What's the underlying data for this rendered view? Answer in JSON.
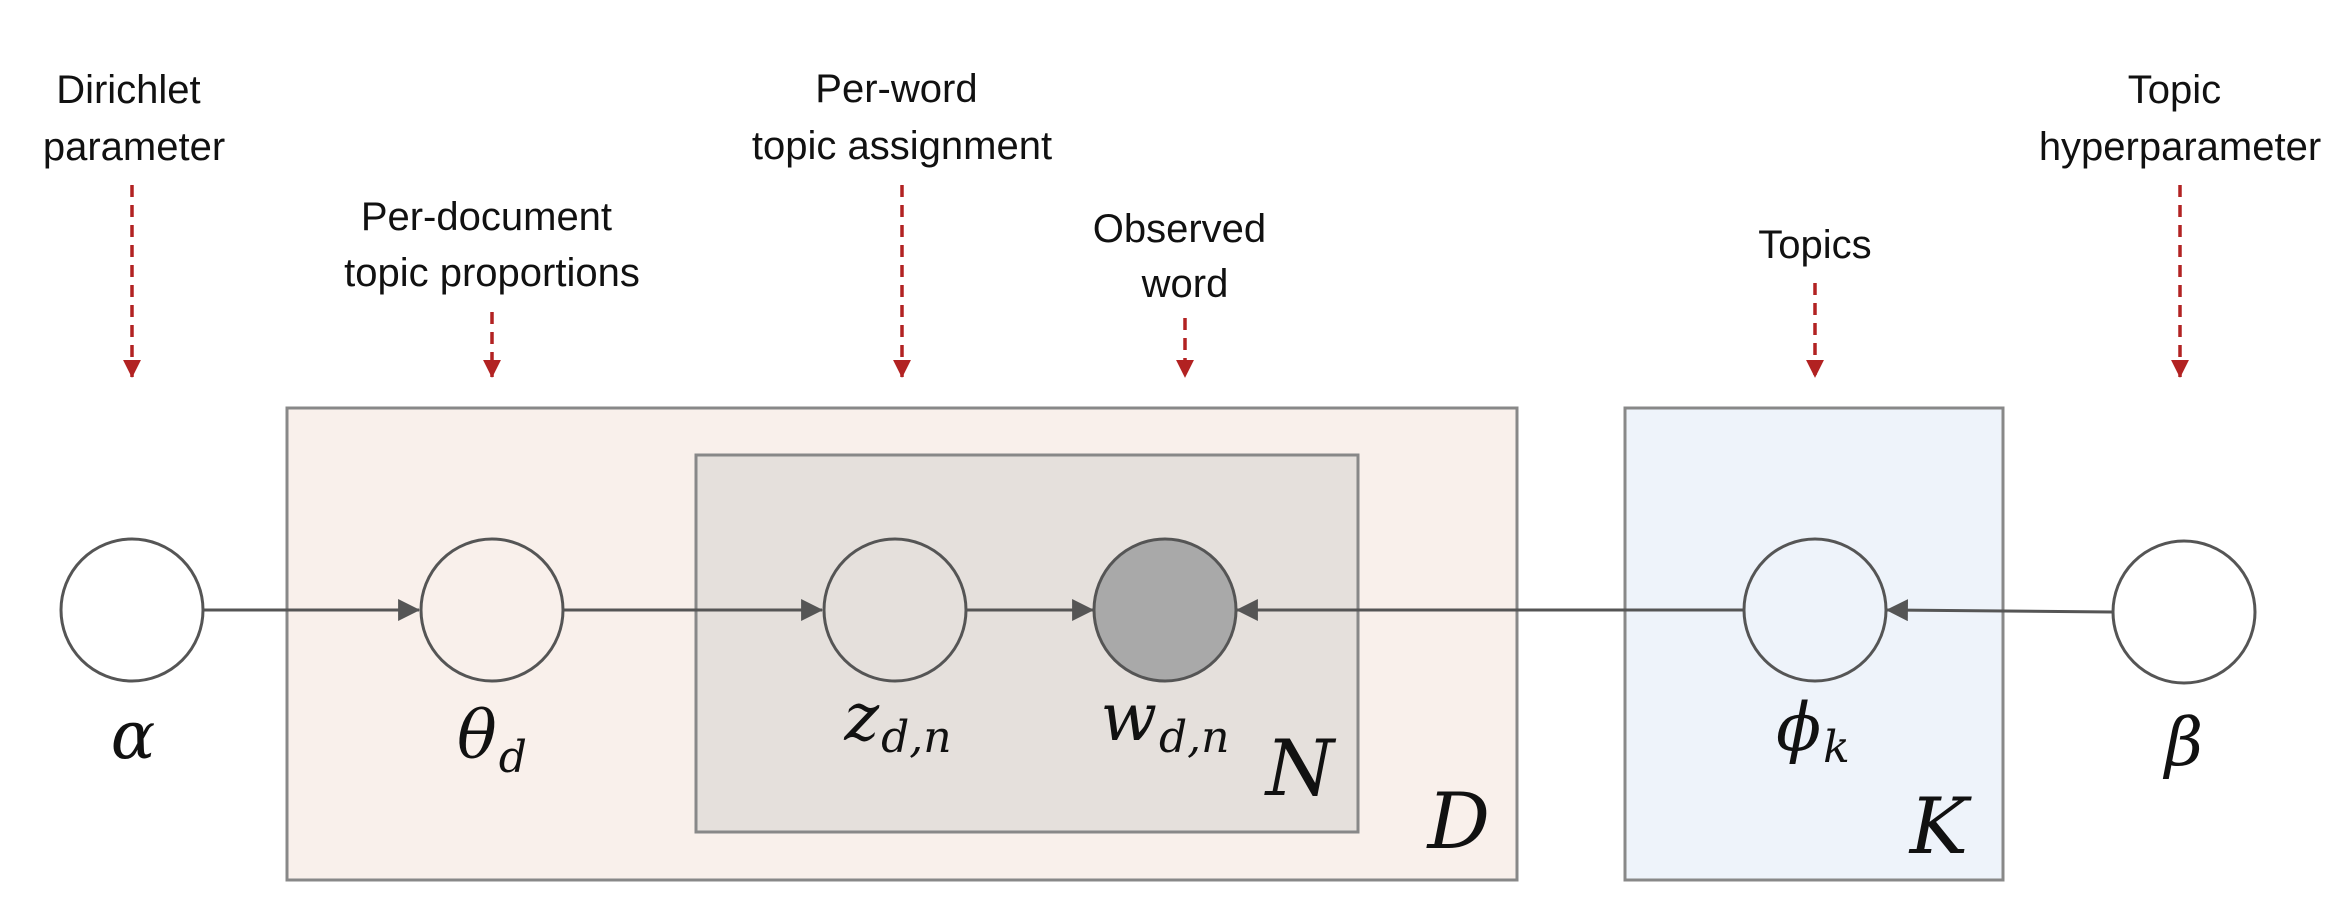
{
  "colors": {
    "annotation_arrow": "#b22222",
    "edge": "#555555",
    "node_stroke": "#555555",
    "observed_fill": "#a9a9a9",
    "plate_D_fill": "#f9f0eb",
    "plate_N_fill": "#e5e0dc",
    "plate_K_fill": "#eef3fa"
  },
  "annotations": {
    "alpha": {
      "line1": "Dirichlet",
      "line2": "parameter"
    },
    "theta": {
      "line1": "Per-document",
      "line2": "topic proportions"
    },
    "z": {
      "line1": "Per-word",
      "line2": "topic assignment"
    },
    "w": {
      "line1": "Observed",
      "line2": "word"
    },
    "phi": {
      "line1": "Topics"
    },
    "beta": {
      "line1": "Topic",
      "line2": "hyperparameter"
    }
  },
  "nodes": {
    "alpha": {
      "symbol": "α",
      "observed": false
    },
    "theta": {
      "symbol": "θ",
      "sub": "d",
      "observed": false
    },
    "z": {
      "symbol": "z",
      "sub": "d,n",
      "observed": false
    },
    "w": {
      "symbol": "w",
      "sub": "d,n",
      "observed": true
    },
    "phi": {
      "symbol": "ϕ",
      "sub": "k",
      "observed": false
    },
    "beta": {
      "symbol": "β",
      "observed": false
    }
  },
  "plates": {
    "D": {
      "label": "D"
    },
    "N": {
      "label": "N"
    },
    "K": {
      "label": "K"
    }
  },
  "edges": [
    {
      "from": "alpha",
      "to": "theta"
    },
    {
      "from": "theta",
      "to": "z"
    },
    {
      "from": "z",
      "to": "w"
    },
    {
      "from": "phi",
      "to": "w"
    },
    {
      "from": "beta",
      "to": "phi"
    }
  ]
}
